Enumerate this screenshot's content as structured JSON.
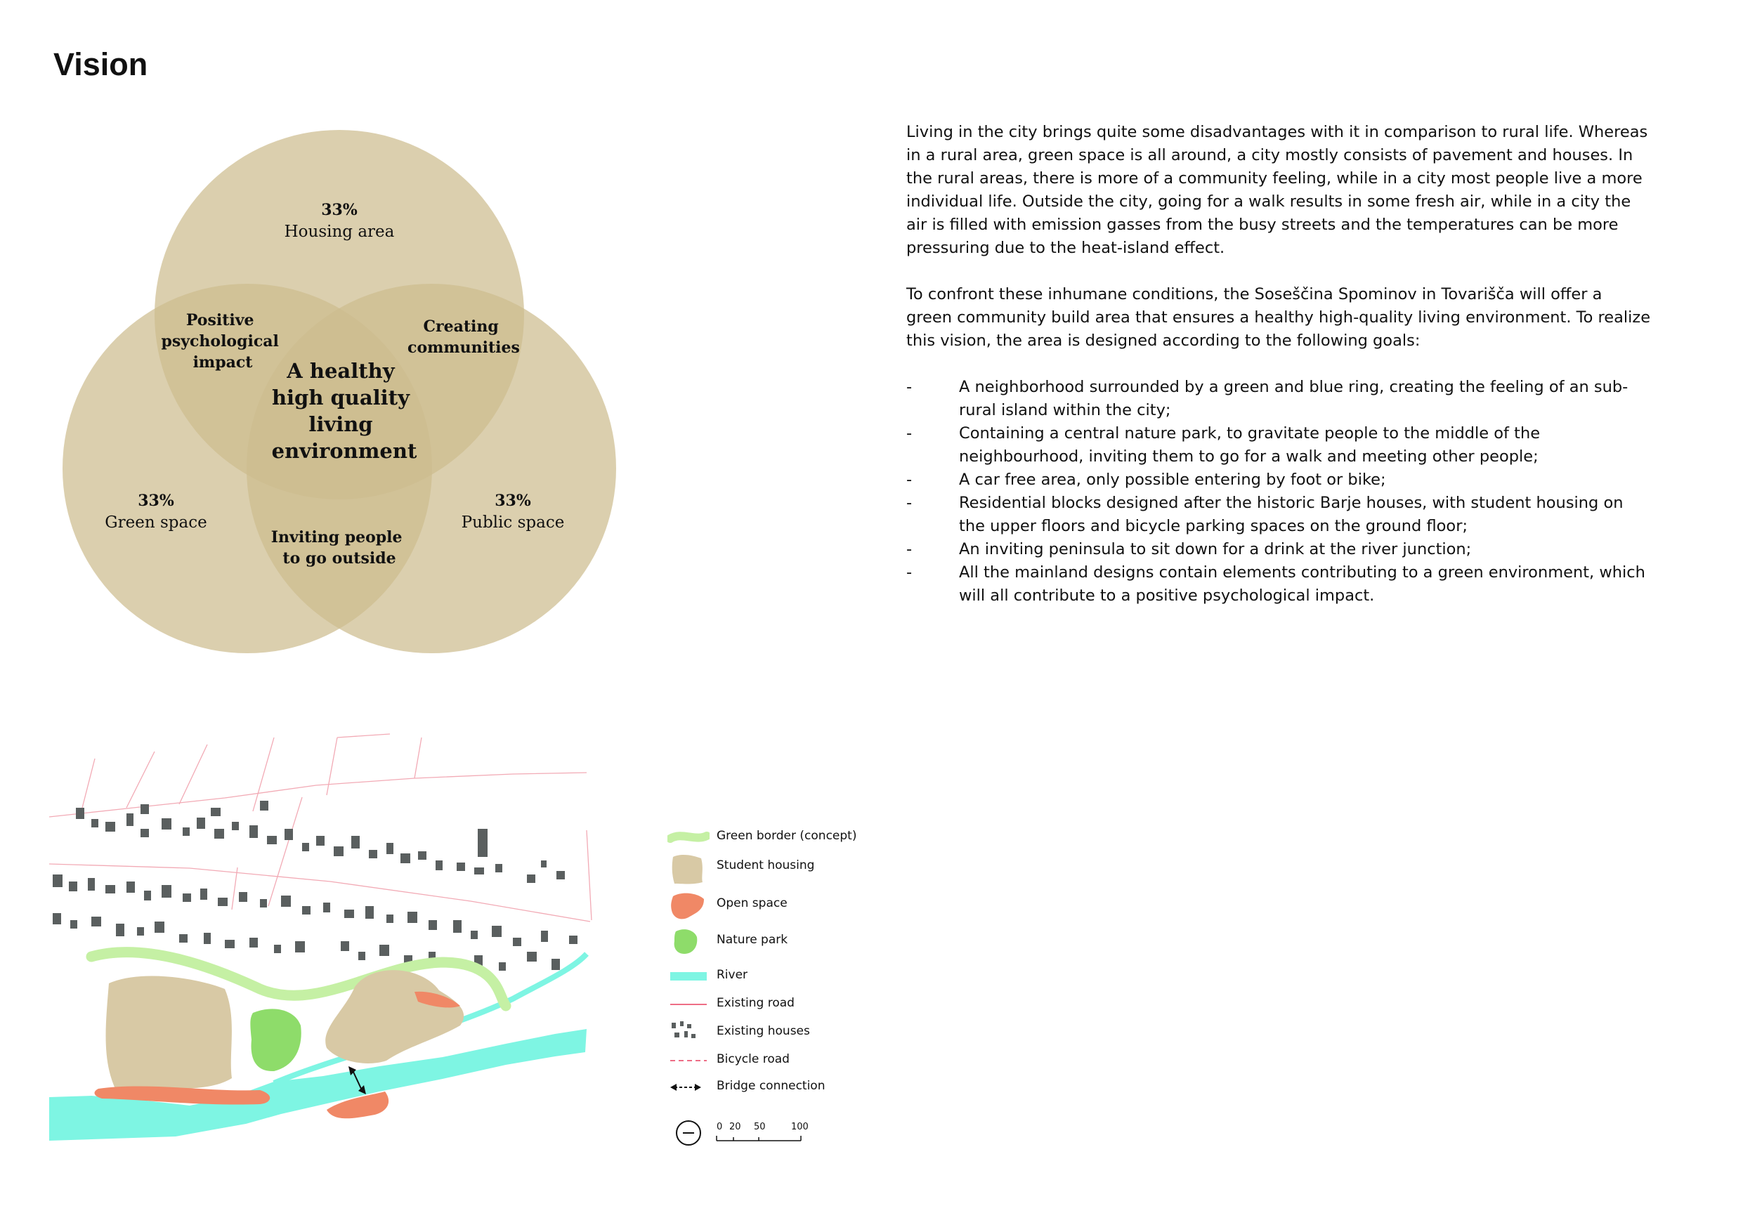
{
  "page": {
    "title": "Vision"
  },
  "venn": {
    "circles": [
      {
        "id": "housing",
        "percent": "33%",
        "label": "Housing area"
      },
      {
        "id": "green",
        "percent": "33%",
        "label": "Green space"
      },
      {
        "id": "public",
        "percent": "33%",
        "label": "Public space"
      }
    ],
    "overlaps": {
      "housing_green": [
        "Positive",
        "psychological",
        "impact"
      ],
      "housing_public": [
        "Creating",
        "communities"
      ],
      "green_public": [
        "Inviting people",
        "to go outside"
      ]
    },
    "center": [
      "A healthy",
      "high quality",
      "living",
      "environment"
    ],
    "colors": {
      "fill": "#cdbd8f",
      "text": "#111111"
    }
  },
  "text": {
    "paragraph1": "Living in the city brings quite some disadvantages with it in comparison to rural life. Whereas in a rural area, green space is all around, a city mostly consists of pavement and houses. In the rural areas, there is more of a community feeling, while in a city most people live a more individual life. Outside the city, going for a walk results in some fresh air, while in a city the air is filled with emission gasses from the busy streets and the temperatures can be more pressuring due to the heat-island effect.",
    "paragraph2": "To confront these inhumane conditions, the Soseščina Spominov in Tovarišča will offer a green community build area that ensures a healthy high-quality living environment. To realize this vision, the area is designed according to the following goals:",
    "bullet_marker": "-",
    "goals": [
      "A neighborhood surrounded by a green and blue ring, creating the feeling of an sub-rural island within the city;",
      "Containing a central nature park, to gravitate people to the middle of the neighbourhood, inviting them to go for a walk and meeting other people;",
      "A car free area, only possible entering by foot or bike;",
      "Residential blocks designed after the historic Barje houses, with student housing on the upper floors and bicycle parking spaces on the ground floor;",
      "An inviting peninsula to sit down for a drink at the river junction;",
      "All the mainland designs contain elements contributing to a green environment, which will all contribute to a positive psychological impact."
    ]
  },
  "legend": {
    "items": [
      {
        "label": "Green border (concept)",
        "icon": "green-border-swatch",
        "color": "#c5f0a4"
      },
      {
        "label": "Student housing",
        "icon": "student-housing-swatch",
        "color": "#d8c9a5"
      },
      {
        "label": "Open space",
        "icon": "open-space-swatch",
        "color": "#f08866"
      },
      {
        "label": "Nature park",
        "icon": "nature-park-swatch",
        "color": "#8edc6a"
      },
      {
        "label": "River",
        "icon": "river-swatch",
        "color": "#7ef5e3"
      },
      {
        "label": "Existing road",
        "icon": "road-line",
        "color": "#ee6e86"
      },
      {
        "label": "Existing houses",
        "icon": "houses-swatch",
        "color": "#5a5f5f"
      },
      {
        "label": "Bicycle road",
        "icon": "bicycle-dashed-line",
        "color": "#ee6e86"
      },
      {
        "label": "Bridge connection",
        "icon": "double-arrow-icon",
        "color": "#111111"
      }
    ],
    "scale": {
      "labels": [
        "0",
        "20",
        "50",
        "100"
      ],
      "icon": "north-arrow-icon"
    }
  }
}
